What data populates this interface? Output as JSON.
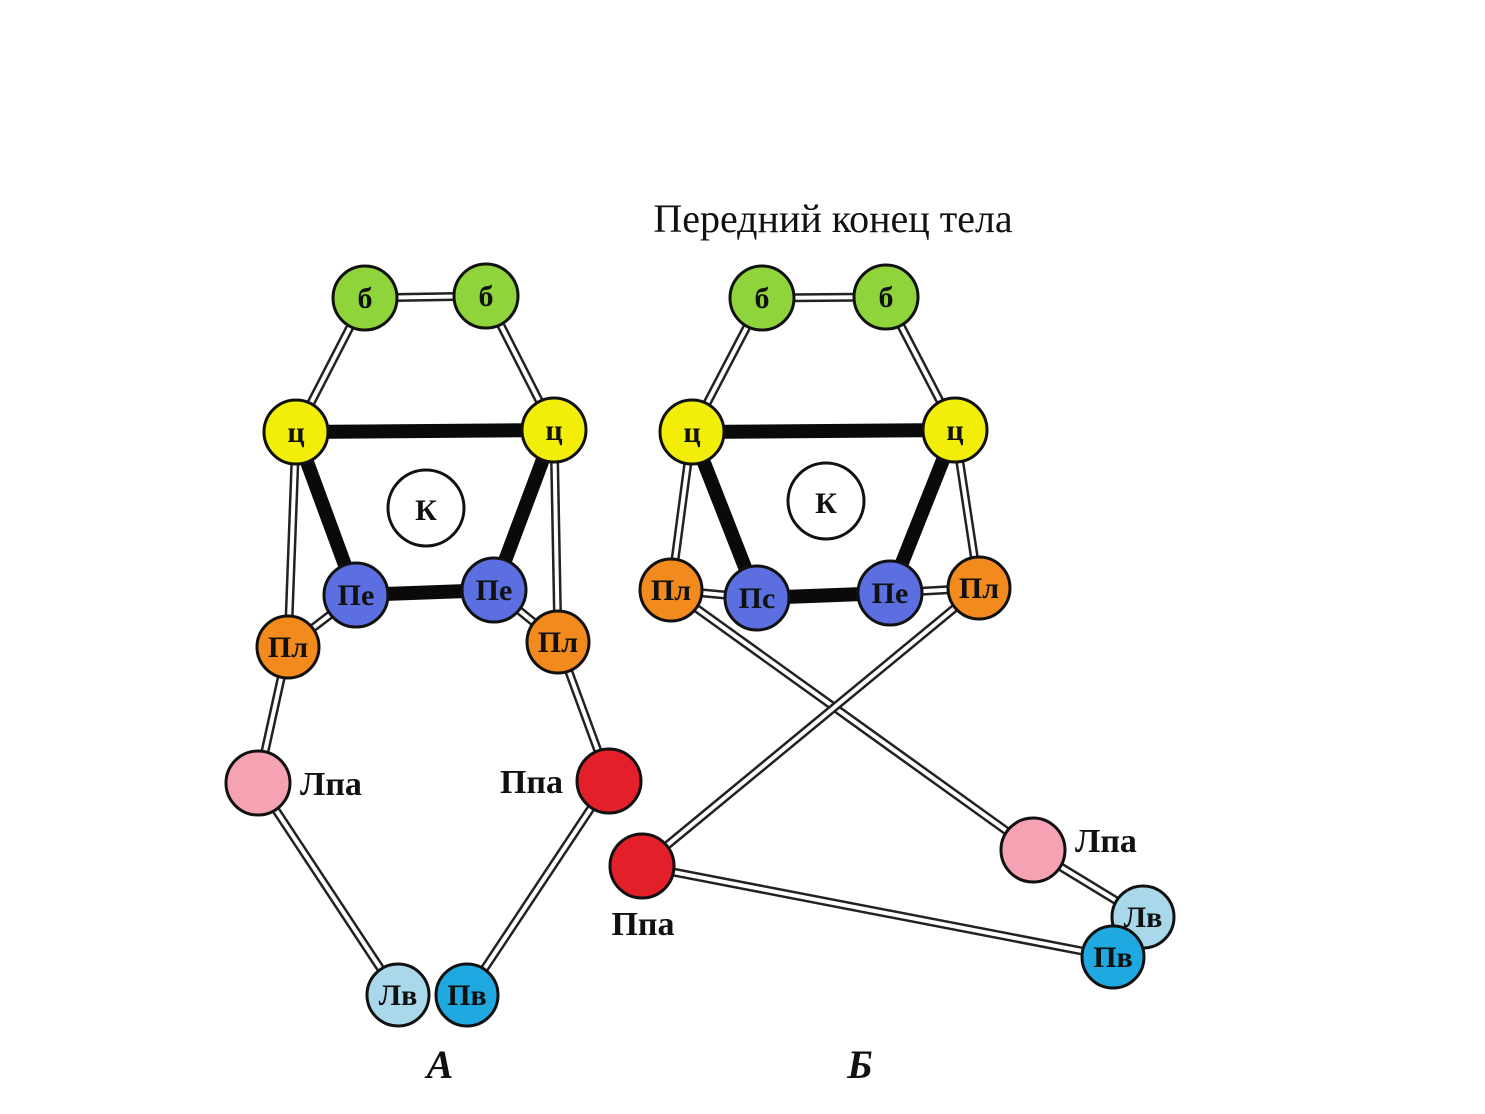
{
  "title": "Передний конец тела",
  "colors": {
    "b": "#8fd43a",
    "c": "#f2ee0a",
    "pe": "#5b6fe0",
    "pl": "#f28a1e",
    "lpa": "#f5a3b3",
    "ppa": "#e3202a",
    "lv": "#a8d8ea",
    "pv": "#20a9e0",
    "k": "#ffffff"
  },
  "panels": [
    {
      "id": "A",
      "label": "А",
      "nodes": [
        {
          "id": "b1",
          "text": "б",
          "type": "b"
        },
        {
          "id": "b2",
          "text": "б",
          "type": "b"
        },
        {
          "id": "c1",
          "text": "ц",
          "type": "c"
        },
        {
          "id": "c2",
          "text": "ц",
          "type": "c"
        },
        {
          "id": "k",
          "text": "К",
          "type": "k"
        },
        {
          "id": "pe1",
          "text": "Пе",
          "type": "pe"
        },
        {
          "id": "pe2",
          "text": "Пе",
          "type": "pe"
        },
        {
          "id": "pl1",
          "text": "Пл",
          "type": "pl"
        },
        {
          "id": "pl2",
          "text": "Пл",
          "type": "pl"
        },
        {
          "id": "lpa",
          "text": "",
          "type": "lpa",
          "label": "Лпа"
        },
        {
          "id": "ppa",
          "text": "",
          "type": "ppa",
          "label": "Ппа"
        },
        {
          "id": "lv",
          "text": "Лв",
          "type": "lv"
        },
        {
          "id": "pv",
          "text": "Пв",
          "type": "pv"
        }
      ],
      "edges": [
        {
          "from": "b1",
          "to": "b2",
          "kind": "thin"
        },
        {
          "from": "b1",
          "to": "c1",
          "kind": "thin"
        },
        {
          "from": "b2",
          "to": "c2",
          "kind": "thin"
        },
        {
          "from": "c1",
          "to": "c2",
          "kind": "thick"
        },
        {
          "from": "c1",
          "to": "pe1",
          "kind": "thick"
        },
        {
          "from": "c2",
          "to": "pe2",
          "kind": "thick"
        },
        {
          "from": "pe1",
          "to": "pe2",
          "kind": "thick"
        },
        {
          "from": "c1",
          "to": "pl1",
          "kind": "thin"
        },
        {
          "from": "c2",
          "to": "pl2",
          "kind": "thin"
        },
        {
          "from": "pe1",
          "to": "pl1",
          "kind": "thin"
        },
        {
          "from": "pe2",
          "to": "pl2",
          "kind": "thin"
        },
        {
          "from": "pl1",
          "to": "lpa",
          "kind": "thin"
        },
        {
          "from": "pl2",
          "to": "ppa",
          "kind": "thin"
        },
        {
          "from": "lpa",
          "to": "lv",
          "kind": "thin"
        },
        {
          "from": "ppa",
          "to": "pv",
          "kind": "thin"
        }
      ]
    },
    {
      "id": "B",
      "label": "Б",
      "nodes": [
        {
          "id": "b1",
          "text": "б",
          "type": "b"
        },
        {
          "id": "b2",
          "text": "б",
          "type": "b"
        },
        {
          "id": "c1",
          "text": "ц",
          "type": "c"
        },
        {
          "id": "c2",
          "text": "ц",
          "type": "c"
        },
        {
          "id": "k",
          "text": "К",
          "type": "k"
        },
        {
          "id": "pe1",
          "text": "Пс",
          "type": "pe"
        },
        {
          "id": "pe2",
          "text": "Пе",
          "type": "pe"
        },
        {
          "id": "pl1",
          "text": "Пл",
          "type": "pl"
        },
        {
          "id": "pl2",
          "text": "Пл",
          "type": "pl"
        },
        {
          "id": "lpa",
          "text": "",
          "type": "lpa",
          "label": "Лпа"
        },
        {
          "id": "ppa",
          "text": "",
          "type": "ppa",
          "label": "Ппа"
        },
        {
          "id": "lv",
          "text": "Лв",
          "type": "lv"
        },
        {
          "id": "pv",
          "text": "Пв",
          "type": "pv"
        }
      ],
      "edges": [
        {
          "from": "b1",
          "to": "b2",
          "kind": "thin"
        },
        {
          "from": "b1",
          "to": "c1",
          "kind": "thin"
        },
        {
          "from": "b2",
          "to": "c2",
          "kind": "thin"
        },
        {
          "from": "c1",
          "to": "c2",
          "kind": "thick"
        },
        {
          "from": "c1",
          "to": "pe1",
          "kind": "thick"
        },
        {
          "from": "c2",
          "to": "pe2",
          "kind": "thick"
        },
        {
          "from": "pe1",
          "to": "pe2",
          "kind": "thick"
        },
        {
          "from": "c1",
          "to": "pl1",
          "kind": "thin"
        },
        {
          "from": "c2",
          "to": "pl2",
          "kind": "thin"
        },
        {
          "from": "pl1",
          "to": "pe1",
          "kind": "thin"
        },
        {
          "from": "pe2",
          "to": "pl2",
          "kind": "thin"
        },
        {
          "from": "pl1",
          "to": "lpa",
          "kind": "thin"
        },
        {
          "from": "pl2",
          "to": "ppa",
          "kind": "thin"
        },
        {
          "from": "lpa",
          "to": "lv",
          "kind": "thin"
        },
        {
          "from": "ppa",
          "to": "pv",
          "kind": "thin"
        }
      ]
    }
  ]
}
